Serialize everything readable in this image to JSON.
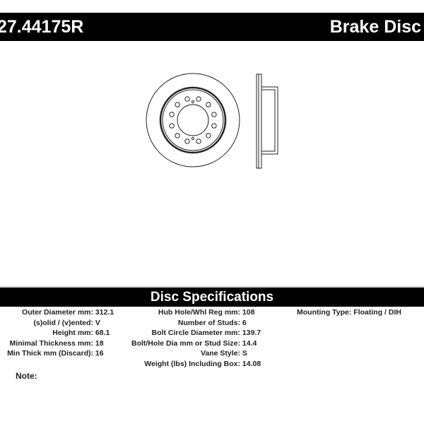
{
  "header": {
    "part_number": "27.44175R",
    "title": "Brake Disc"
  },
  "spec_bar": {
    "title": "Disc Specifications"
  },
  "specs_col1": [
    {
      "label": "Outer Diameter mm:",
      "value": "312.1"
    },
    {
      "label": "(s)olid / (v)ented:",
      "value": "V"
    },
    {
      "label": "Height mm:",
      "value": "68.1"
    },
    {
      "label": "Minimal Thickness mm:",
      "value": "18"
    },
    {
      "label": "Min Thick mm (Discard):",
      "value": "16"
    }
  ],
  "specs_col2": [
    {
      "label": "Hub Hole/Whl Reg mm:",
      "value": "108"
    },
    {
      "label": "Number of Studs:",
      "value": "6"
    },
    {
      "label": "Bolt Circle Diameter mm:",
      "value": "139.7"
    },
    {
      "label": "Bolt/Hole Dia mm or Stud Size:",
      "value": "14.4"
    },
    {
      "label": "Vane Style:",
      "value": "S"
    },
    {
      "label": "Weight (lbs) Including Box:",
      "value": "14.08"
    }
  ],
  "specs_col3": [
    {
      "label": "Mounting Type:",
      "value": "Floating / DIH"
    }
  ],
  "note": {
    "label": "Note:"
  }
}
